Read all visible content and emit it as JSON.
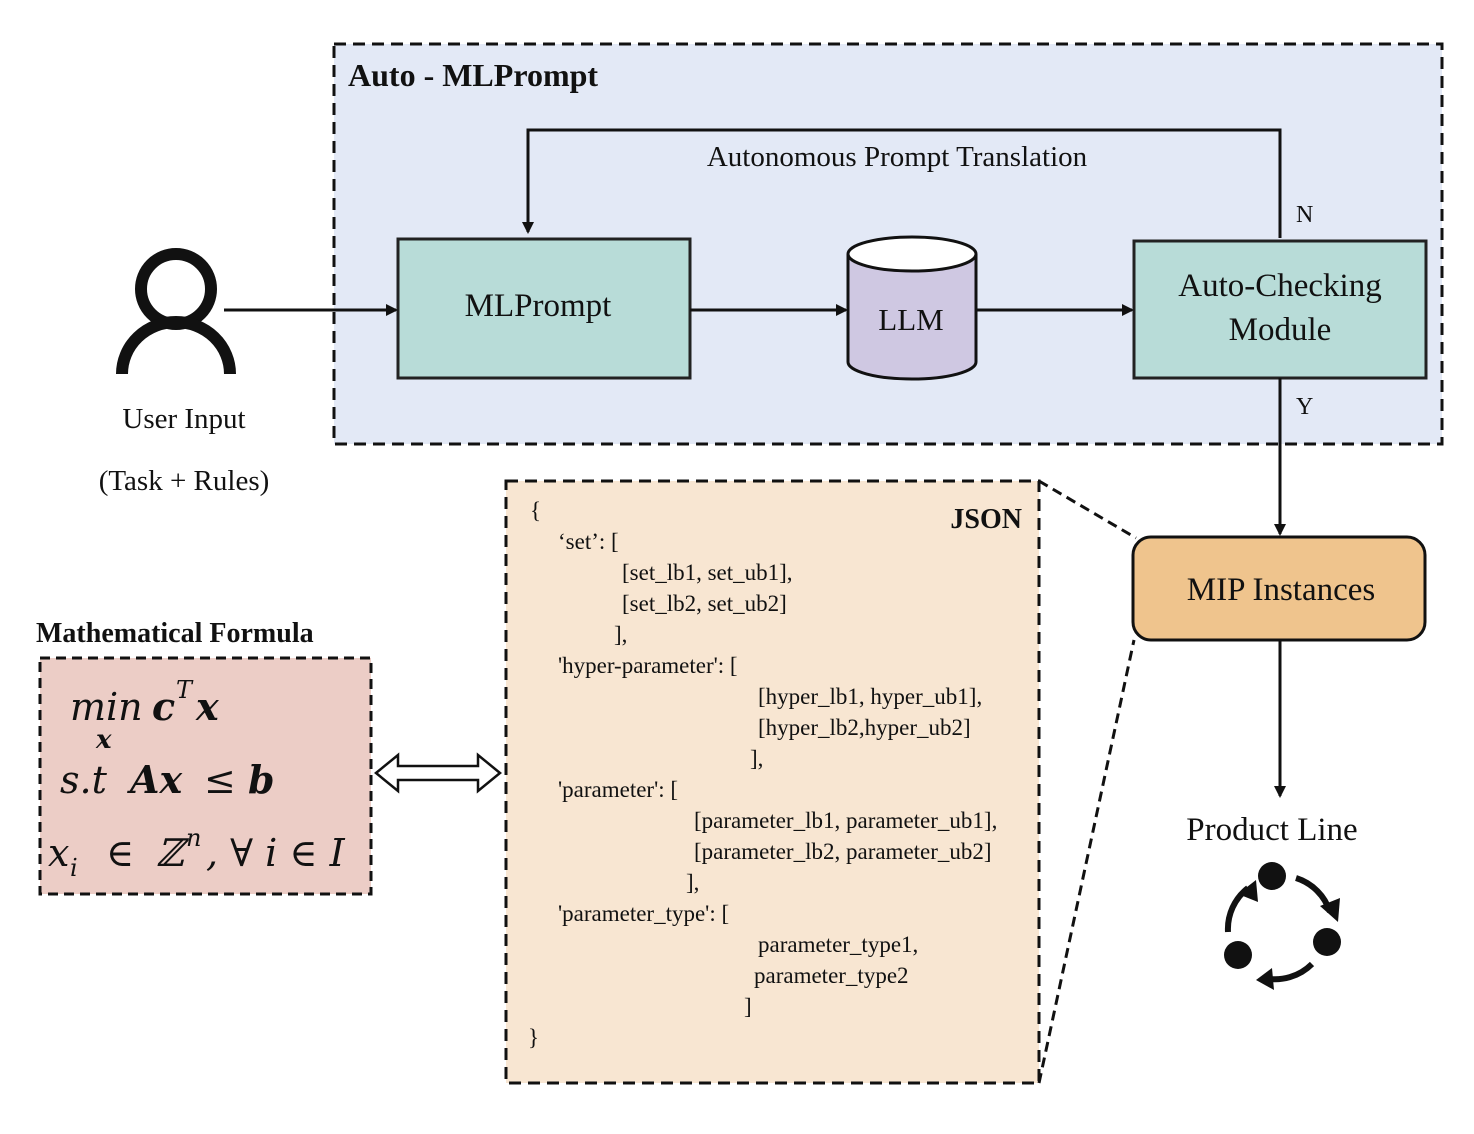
{
  "auto_mlprompt": {
    "title": "Auto - MLPrompt",
    "loop_label": "Autonomous Prompt Translation",
    "mlprompt_label": "MLPrompt",
    "llm_label": "LLM",
    "checker_line1": "Auto-Checking",
    "checker_line2": "Module",
    "no_label": "N",
    "yes_label": "Y"
  },
  "user": {
    "label": "User Input",
    "sublabel": "(Task + Rules)"
  },
  "formula": {
    "title": "Mathematical Formula",
    "line1_min": "min",
    "line1_sub": "x",
    "line1_expr": "c",
    "line1_sup": "T",
    "line1_x": "x",
    "line2_st": "s.t",
    "line2_expr": "Ax",
    "line2_le": "≤",
    "line2_b": "b",
    "line3_x": "x",
    "line3_sub": "i",
    "line3_in": "∈",
    "line3_set": "ℤ",
    "line3_sup": "n",
    "line3_rest": ", ∀ i  ∈ I"
  },
  "json_box": {
    "title": "JSON",
    "lines": [
      "{",
      "‘set’: [",
      "[set_lb1,  set_ub1],",
      "[set_lb2, set_ub2]",
      "],",
      "'hyper-parameter': [",
      "[hyper_lb1, hyper_ub1],",
      "[hyper_lb2,hyper_ub2]",
      "],",
      "'parameter': [",
      "[parameter_lb1, parameter_ub1],",
      "[parameter_lb2, parameter_ub2]",
      "],",
      "'parameter_type': [",
      "parameter_type1,",
      "parameter_type2",
      "]",
      "}"
    ]
  },
  "mip": {
    "label": "MIP Instances"
  },
  "product": {
    "label": "Product Line"
  },
  "colors": {
    "outer_bg": "#e3e9f6",
    "module_fill": "#b8dcd8",
    "llm_fill": "#cfc8e2",
    "json_fill": "#f8e6d2",
    "formula_fill": "#eccdc6",
    "mip_fill": "#efc48d",
    "stroke": "#111111"
  },
  "icons": [
    "user-icon",
    "cycle-icon",
    "database-icon",
    "double-arrow-icon"
  ]
}
